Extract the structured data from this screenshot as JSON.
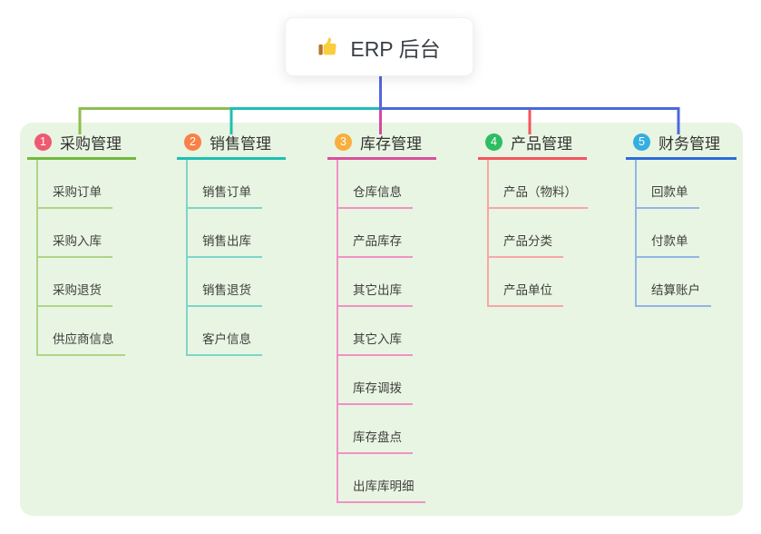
{
  "root": {
    "title": "ERP 后台",
    "icon": "thumbs-up-icon"
  },
  "colors": {
    "panel_background": "#E8F5E2",
    "root_line": "#5566DC",
    "root_text": "#3A3F45",
    "thumb_hand": "#FACD3D",
    "thumb_cuff": "#B5732A"
  },
  "connectors": {
    "branch1": "#8CBE4F",
    "branch2": "#1FBFB2",
    "branch3": "#D6499B",
    "branch4": "#F5545E",
    "branch5": "#4A69DB",
    "root_line": "#5566DC"
  },
  "branches": [
    {
      "badge": "1",
      "label": "采购管理",
      "badge_color": "#EE5A70",
      "line_color": "#72B93F",
      "child_line_color": "#AFD587",
      "children": [
        "采购订单",
        "采购入库",
        "采购退货",
        "供应商信息"
      ]
    },
    {
      "badge": "2",
      "label": "销售管理",
      "badge_color": "#F98048",
      "line_color": "#1FBFB2",
      "child_line_color": "#7FD4CA",
      "children": [
        "销售订单",
        "销售出库",
        "销售退货",
        "客户信息"
      ]
    },
    {
      "badge": "3",
      "label": "库存管理",
      "badge_color": "#F9AE3D",
      "line_color": "#D94F9E",
      "child_line_color": "#F291C5",
      "children": [
        "仓库信息",
        "产品库存",
        "其它出库",
        "其它入库",
        "库存调拨",
        "库存盘点",
        "出库库明细"
      ]
    },
    {
      "badge": "4",
      "label": "产品管理",
      "badge_color": "#2EBD62",
      "line_color": "#F5545E",
      "child_line_color": "#F9A6A6",
      "children": [
        "产品（物料）",
        "产品分类",
        "产品单位"
      ]
    },
    {
      "badge": "5",
      "label": "财务管理",
      "badge_color": "#35AEE0",
      "line_color": "#2E6BD9",
      "child_line_color": "#93B4E6",
      "children": [
        "回款单",
        "付款单",
        "结算账户"
      ]
    }
  ]
}
